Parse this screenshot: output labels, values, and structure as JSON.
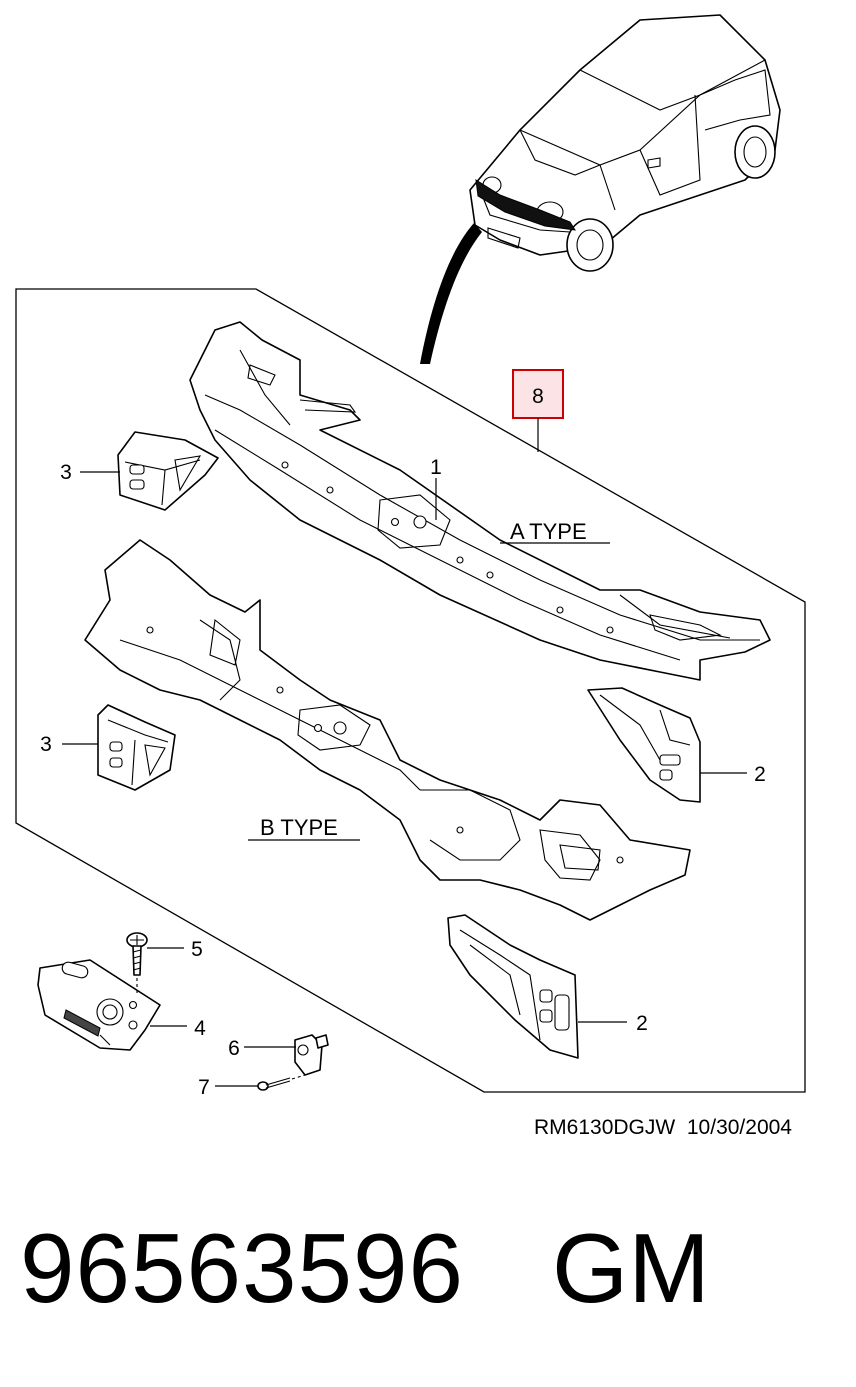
{
  "callouts": {
    "c1": "1",
    "c2a": "2",
    "c2b": "2",
    "c3a": "3",
    "c3b": "3",
    "c4": "4",
    "c5": "5",
    "c6": "6",
    "c7": "7",
    "c8": "8"
  },
  "types": {
    "a": "A TYPE",
    "b": "B TYPE"
  },
  "footer": {
    "code": "RM6130DGJW",
    "date": "10/30/2004"
  },
  "part_number": "96563596",
  "brand": "GM",
  "colors": {
    "highlight_box": "#cc0000",
    "highlight_fill": "#fbe3e6"
  }
}
